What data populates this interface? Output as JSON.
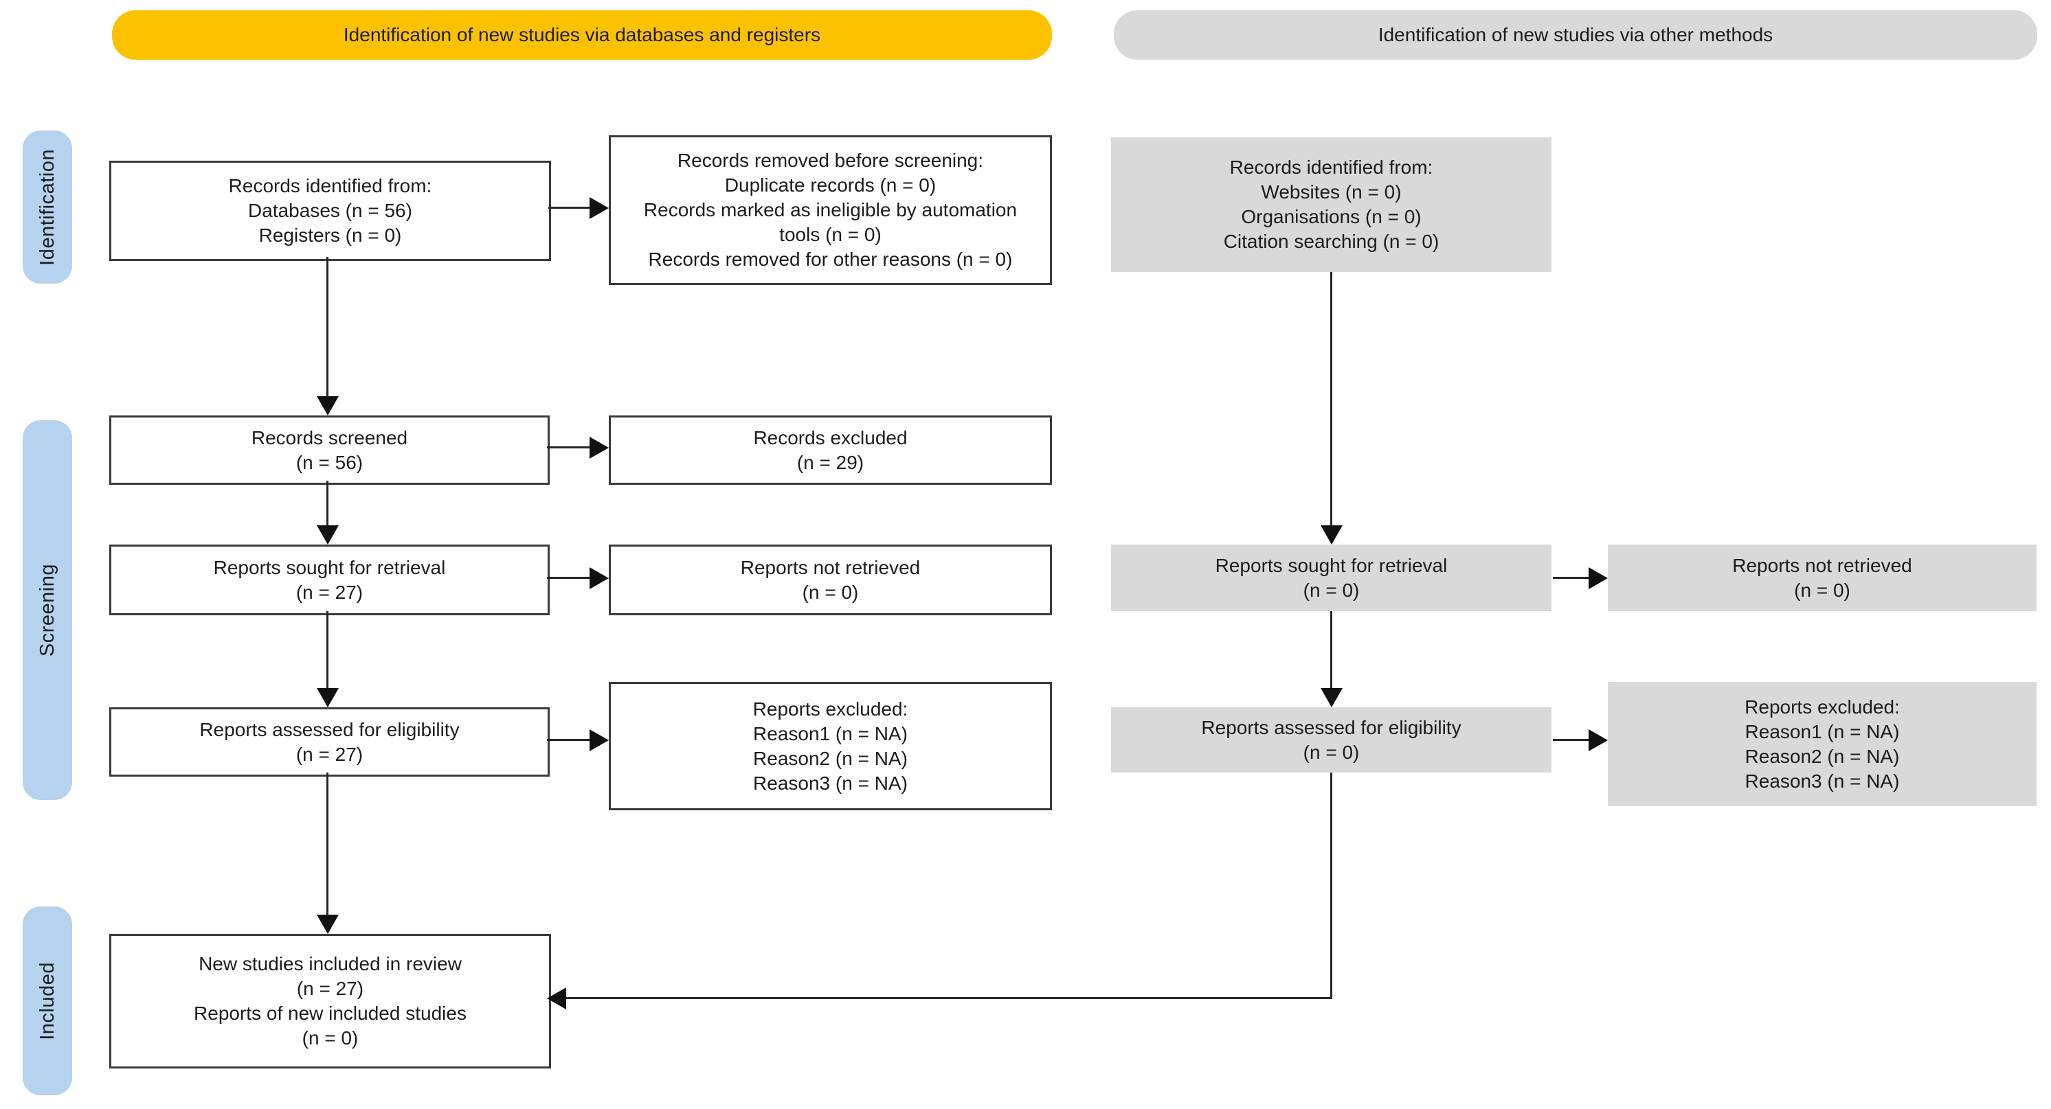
{
  "colors": {
    "header_databases": "#fcc200",
    "header_other_methods": "#d9d9d9",
    "stage_label_blue": "#b5d2ee",
    "box_gray": "#d9d9d9",
    "box_white_border": "#3a3a3a",
    "arrow_line": "#262626"
  },
  "headers": {
    "databases": "Identification of new studies via databases and registers",
    "other": "Identification of new studies via other methods"
  },
  "stages": {
    "identification": "Identification",
    "screening": "Screening",
    "included": "Included"
  },
  "boxes": {
    "records_identified_db": [
      "Records identified from:",
      "Databases (n = 56)",
      "Registers (n = 0)"
    ],
    "records_removed": [
      "Records removed before screening:",
      "Duplicate records (n = 0)",
      "Records marked as ineligible by automation",
      "tools (n = 0)",
      "Records removed for other reasons (n = 0)"
    ],
    "records_identified_other": [
      "Records identified from:",
      "Websites (n = 0)",
      "Organisations (n = 0)",
      "Citation searching (n = 0)"
    ],
    "records_screened": [
      "Records screened",
      "(n = 56)"
    ],
    "records_excluded": [
      "Records excluded",
      "(n = 29)"
    ],
    "reports_sought_db": [
      "Reports sought for retrieval",
      "(n = 27)"
    ],
    "reports_not_retrieved_db": [
      "Reports not retrieved",
      "(n = 0)"
    ],
    "reports_sought_other": [
      "Reports sought for retrieval",
      "(n = 0)"
    ],
    "reports_not_retrieved_other": [
      "Reports not retrieved",
      "(n = 0)"
    ],
    "reports_assessed_db": [
      "Reports assessed for eligibility",
      "(n = 27)"
    ],
    "reports_excluded_db": [
      "Reports excluded:",
      "Reason1 (n = NA)",
      "Reason2 (n = NA)",
      "Reason3 (n = NA)"
    ],
    "reports_assessed_other": [
      "Reports assessed for eligibility",
      "(n = 0)"
    ],
    "reports_excluded_other": [
      "Reports excluded:",
      "Reason1 (n = NA)",
      "Reason2 (n = NA)",
      "Reason3 (n = NA)"
    ],
    "included": [
      "New studies included in review",
      "(n = 27)",
      "Reports of new included studies",
      "(n = 0)"
    ]
  }
}
